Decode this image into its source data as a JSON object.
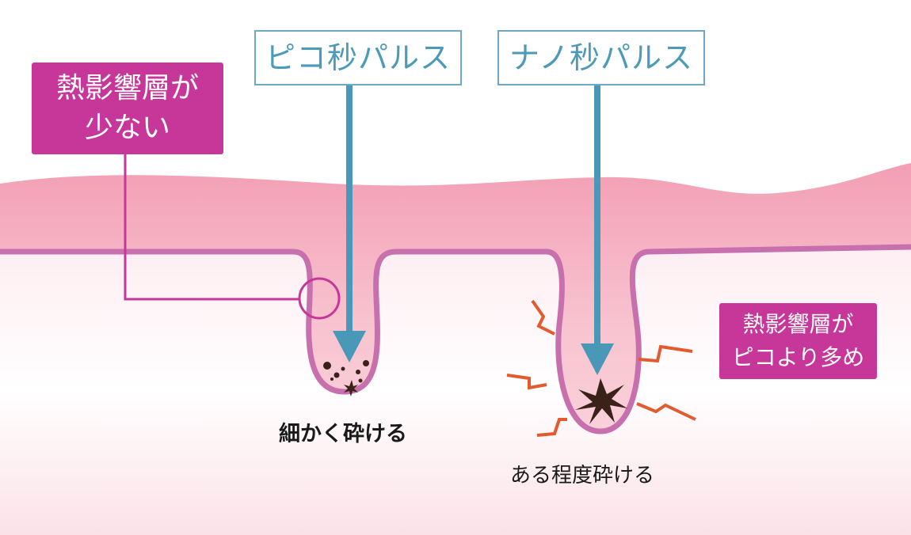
{
  "labels": {
    "pico_pulse": "ピコ秒パルス",
    "nano_pulse": "ナノ秒パルス",
    "heat_less_line1": "熱影響層が",
    "heat_less_line2": "少ない",
    "heat_more_line1": "熱影響層が",
    "heat_more_line2": "ピコより多め",
    "pico_result": "細かく砕ける",
    "nano_result": "ある程度砕ける"
  },
  "colors": {
    "skin_pink": "#f5bcc9",
    "skin_deep": "#ec9bb0",
    "follicle_outline": "#c86fae",
    "arrow_blue": "#4a98b8",
    "magenta": "#c7379a",
    "heat_crack": "#e25a2e",
    "pigment_dark": "#3a2218"
  }
}
